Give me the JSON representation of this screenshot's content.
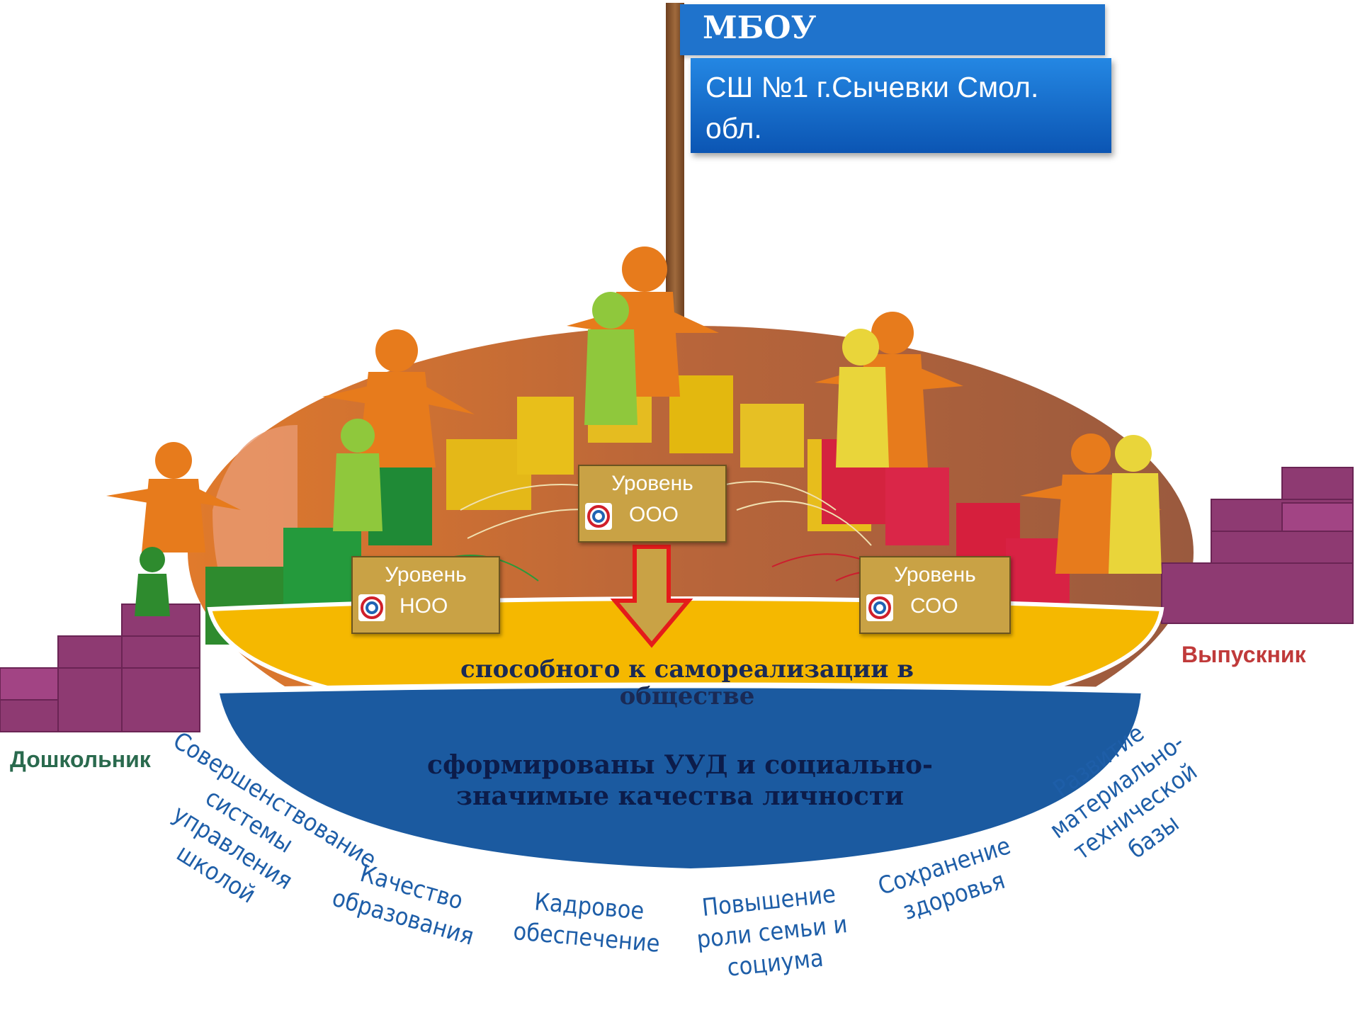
{
  "sign": {
    "title": "МБОУ",
    "subtitle": "СШ №1 г.Сычевки Смол. обл."
  },
  "levels": [
    {
      "line1": "Уровень",
      "line2": "НОО"
    },
    {
      "line1": "Уровень",
      "line2": "ООО"
    },
    {
      "line1": "Уровень",
      "line2": "СОО"
    }
  ],
  "bands": {
    "yellow": "способного к самореализации в обществе",
    "blue": "сформированы УУД и социально-значимые качества личности"
  },
  "labels": {
    "start": "Дошкольник",
    "end": "Выпускник"
  },
  "directions": [
    {
      "text": "Совершенствование системы управления школой"
    },
    {
      "text": "Качество образования"
    },
    {
      "text": "Кадровое обеспечение"
    },
    {
      "text": "Повышение роли семьи и социума"
    },
    {
      "text": "Сохранение здоровья"
    },
    {
      "text": "Развитие материально-технической базы"
    }
  ],
  "colors": {
    "dome": "#b8683a",
    "yellow_band": "#f5b800",
    "blue_band": "#1b5aa0",
    "stairs": "#8e3a72",
    "sign": "#1f73cc",
    "direction_text": "#1e5ea8",
    "start_label": "#2a6a4e",
    "end_label": "#c03a3a"
  }
}
